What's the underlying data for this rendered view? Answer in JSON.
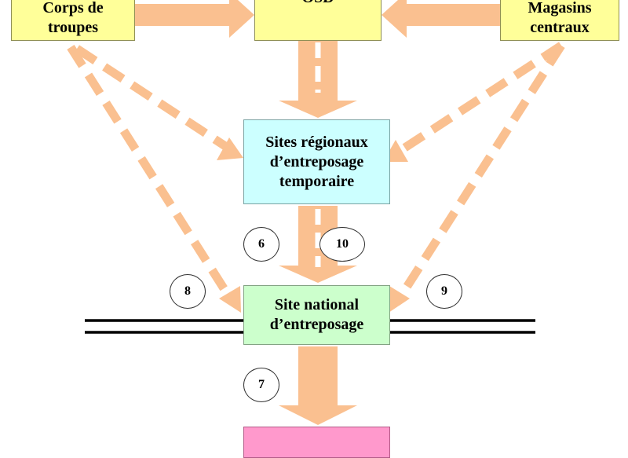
{
  "boxes": {
    "corps": {
      "label": "Corps de\ntroupes"
    },
    "osd": {
      "label": "OSD"
    },
    "magasins": {
      "label": "Magasins\ncentraux"
    },
    "regional": {
      "label": "Sites régionaux\nd’entreposage\ntemporaire"
    },
    "national": {
      "label": "Site national\nd’entreposage"
    }
  },
  "markers": {
    "m6": "6",
    "m10": "10",
    "m8": "8",
    "m9": "9",
    "m7": "7"
  },
  "colors": {
    "arrow": "#fac090",
    "yellow_box": "#ffff99",
    "cyan_box": "#ccffff",
    "green_box": "#ccffcc",
    "pink_box": "#ff99cc"
  }
}
